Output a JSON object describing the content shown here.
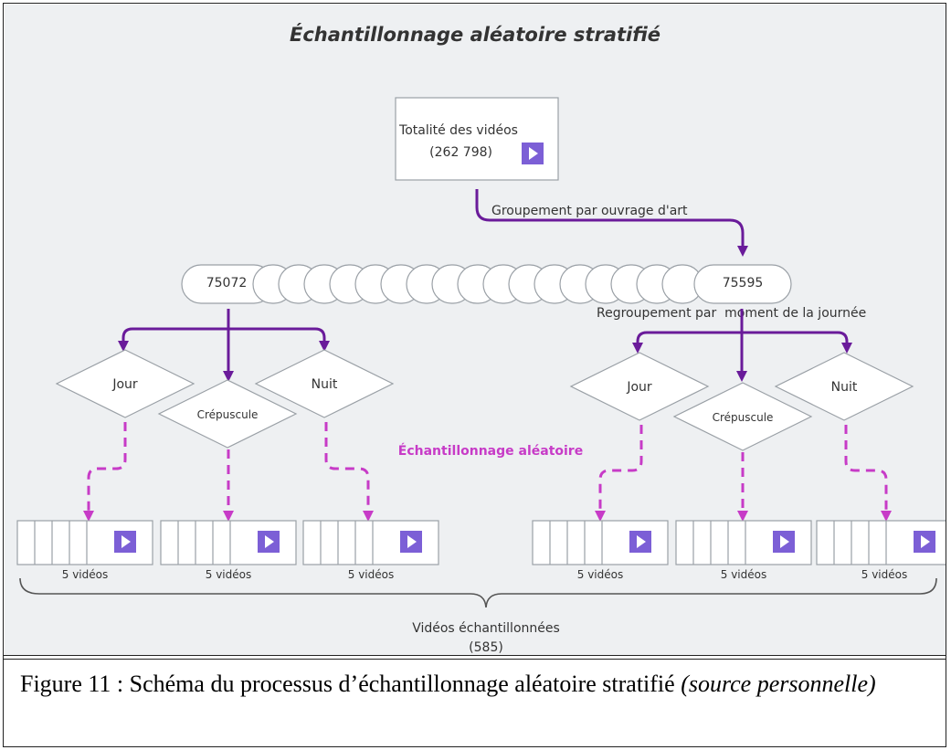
{
  "diagram": {
    "title": "Échantillonnage aléatoire stratifié",
    "root": {
      "label_line1": "Totalité des vidéos",
      "label_line2": "(262 798)"
    },
    "edge_group_label": "Groupement par ouvrage d'art",
    "structures": {
      "first": "75072",
      "last": "75595"
    },
    "edge_regroup_label": "Regroupement par  moment de la journée",
    "periods": [
      "Jour",
      "Crépuscule",
      "Nuit"
    ],
    "sampling_label": "Échantillonnage aléatoire",
    "sample_count_label": "5 vidéos",
    "total_line1": "Vidéos échantillonnées",
    "total_line2": "(585)",
    "colors": {
      "background": "#eef0f2",
      "arrow": "#6a1b9a",
      "sampling": "#c73bc7",
      "play_icon": "#7c5fd6",
      "shape_fill": "#ffffff",
      "shape_stroke": "#9aa0a6"
    }
  },
  "caption": {
    "text": "Figure 11 : Schéma du processus d’échantillonnage aléatoire stratifié",
    "italic": "(source personnelle)"
  }
}
